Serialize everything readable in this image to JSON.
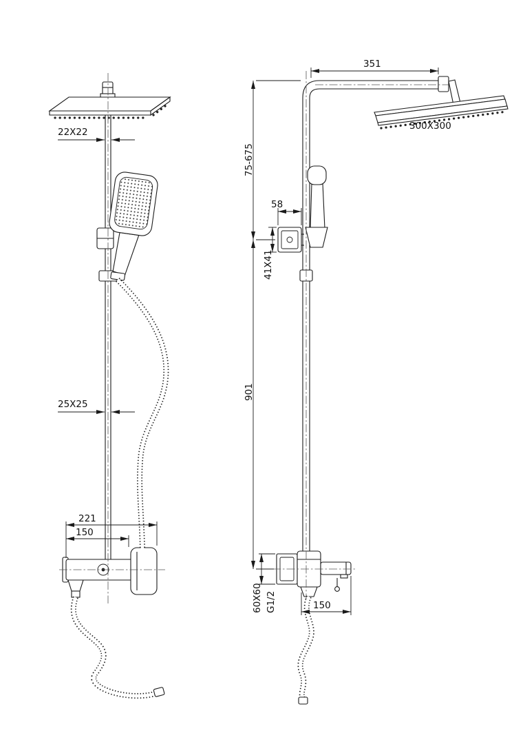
{
  "drawing": {
    "background": "#ffffff",
    "line_color": "#1a1a1a"
  },
  "front_view": {
    "dims": {
      "upper_pipe": "22X22",
      "lower_pipe": "25X25",
      "mixer_width": "221",
      "mixer_centers": "150"
    }
  },
  "side_view": {
    "dims": {
      "arm_length": "351",
      "head_size": "300X300",
      "height_range": "75-675",
      "bracket_offset": "58",
      "bracket_size": "41X41",
      "column_height": "901",
      "flange_size": "60X60",
      "thread": "G1/2",
      "spout_reach": "150"
    }
  }
}
